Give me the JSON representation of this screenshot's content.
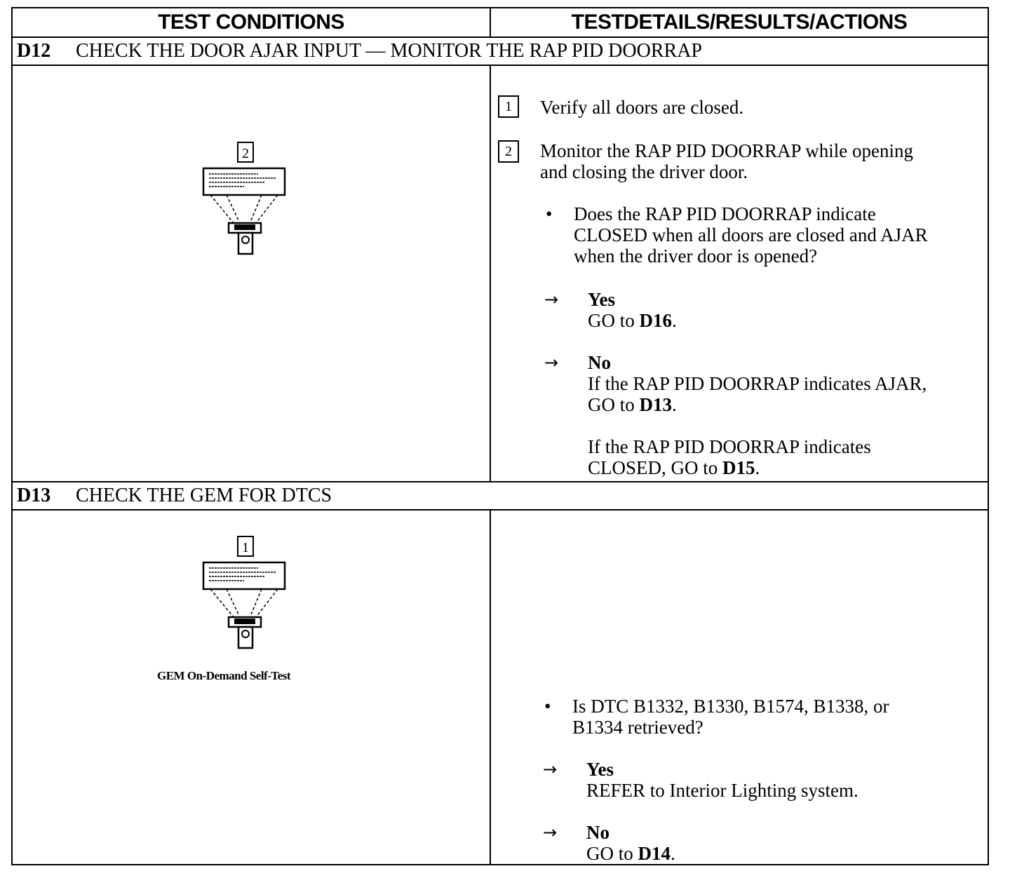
{
  "header": {
    "left": "TEST CONDITIONS",
    "right": "TESTDETAILS/RESULTS/ACTIONS"
  },
  "d12": {
    "code": "D12",
    "title": "CHECK THE DOOR AJAR INPUT — MONITOR THE RAP PID DOORRAP",
    "figure_step": "2",
    "actions": {
      "step1_num": "1",
      "step1_text": "Verify all doors are closed.",
      "step2_num": "2",
      "step2_line1": "Monitor the RAP PID DOORRAP while opening",
      "step2_line2": "and closing the driver door.",
      "question_line1": "Does the RAP PID DOORRAP indicate",
      "question_line2": "CLOSED when all doors are closed and AJAR",
      "question_line3": "when the driver door is opened?",
      "yes_label": "Yes",
      "yes_go": "GO to",
      "yes_target": "D16",
      "no_label": "No",
      "no_line1": "If the RAP PID DOORRAP indicates AJAR,",
      "no_go": "GO to",
      "no_target": "D13",
      "no_line3": "If the RAP PID DOORRAP indicates",
      "no_line4": "CLOSED, GO to",
      "no_target2": "D15"
    }
  },
  "d13": {
    "code": "D13",
    "title": "CHECK THE GEM FOR DTCS",
    "figure_step": "1",
    "figure_caption": "GEM On-Demand Self-Test",
    "actions": {
      "question_line1": "Is DTC B1332, B1330, B1574, B1338, or",
      "question_line2": "B1334 retrieved?",
      "yes_label": "Yes",
      "yes_text": "REFER to Interior Lighting system.",
      "no_label": "No",
      "no_go": "GO to",
      "no_target": "D14"
    }
  },
  "glyphs": {
    "bullet": "•",
    "arrow": "→"
  }
}
